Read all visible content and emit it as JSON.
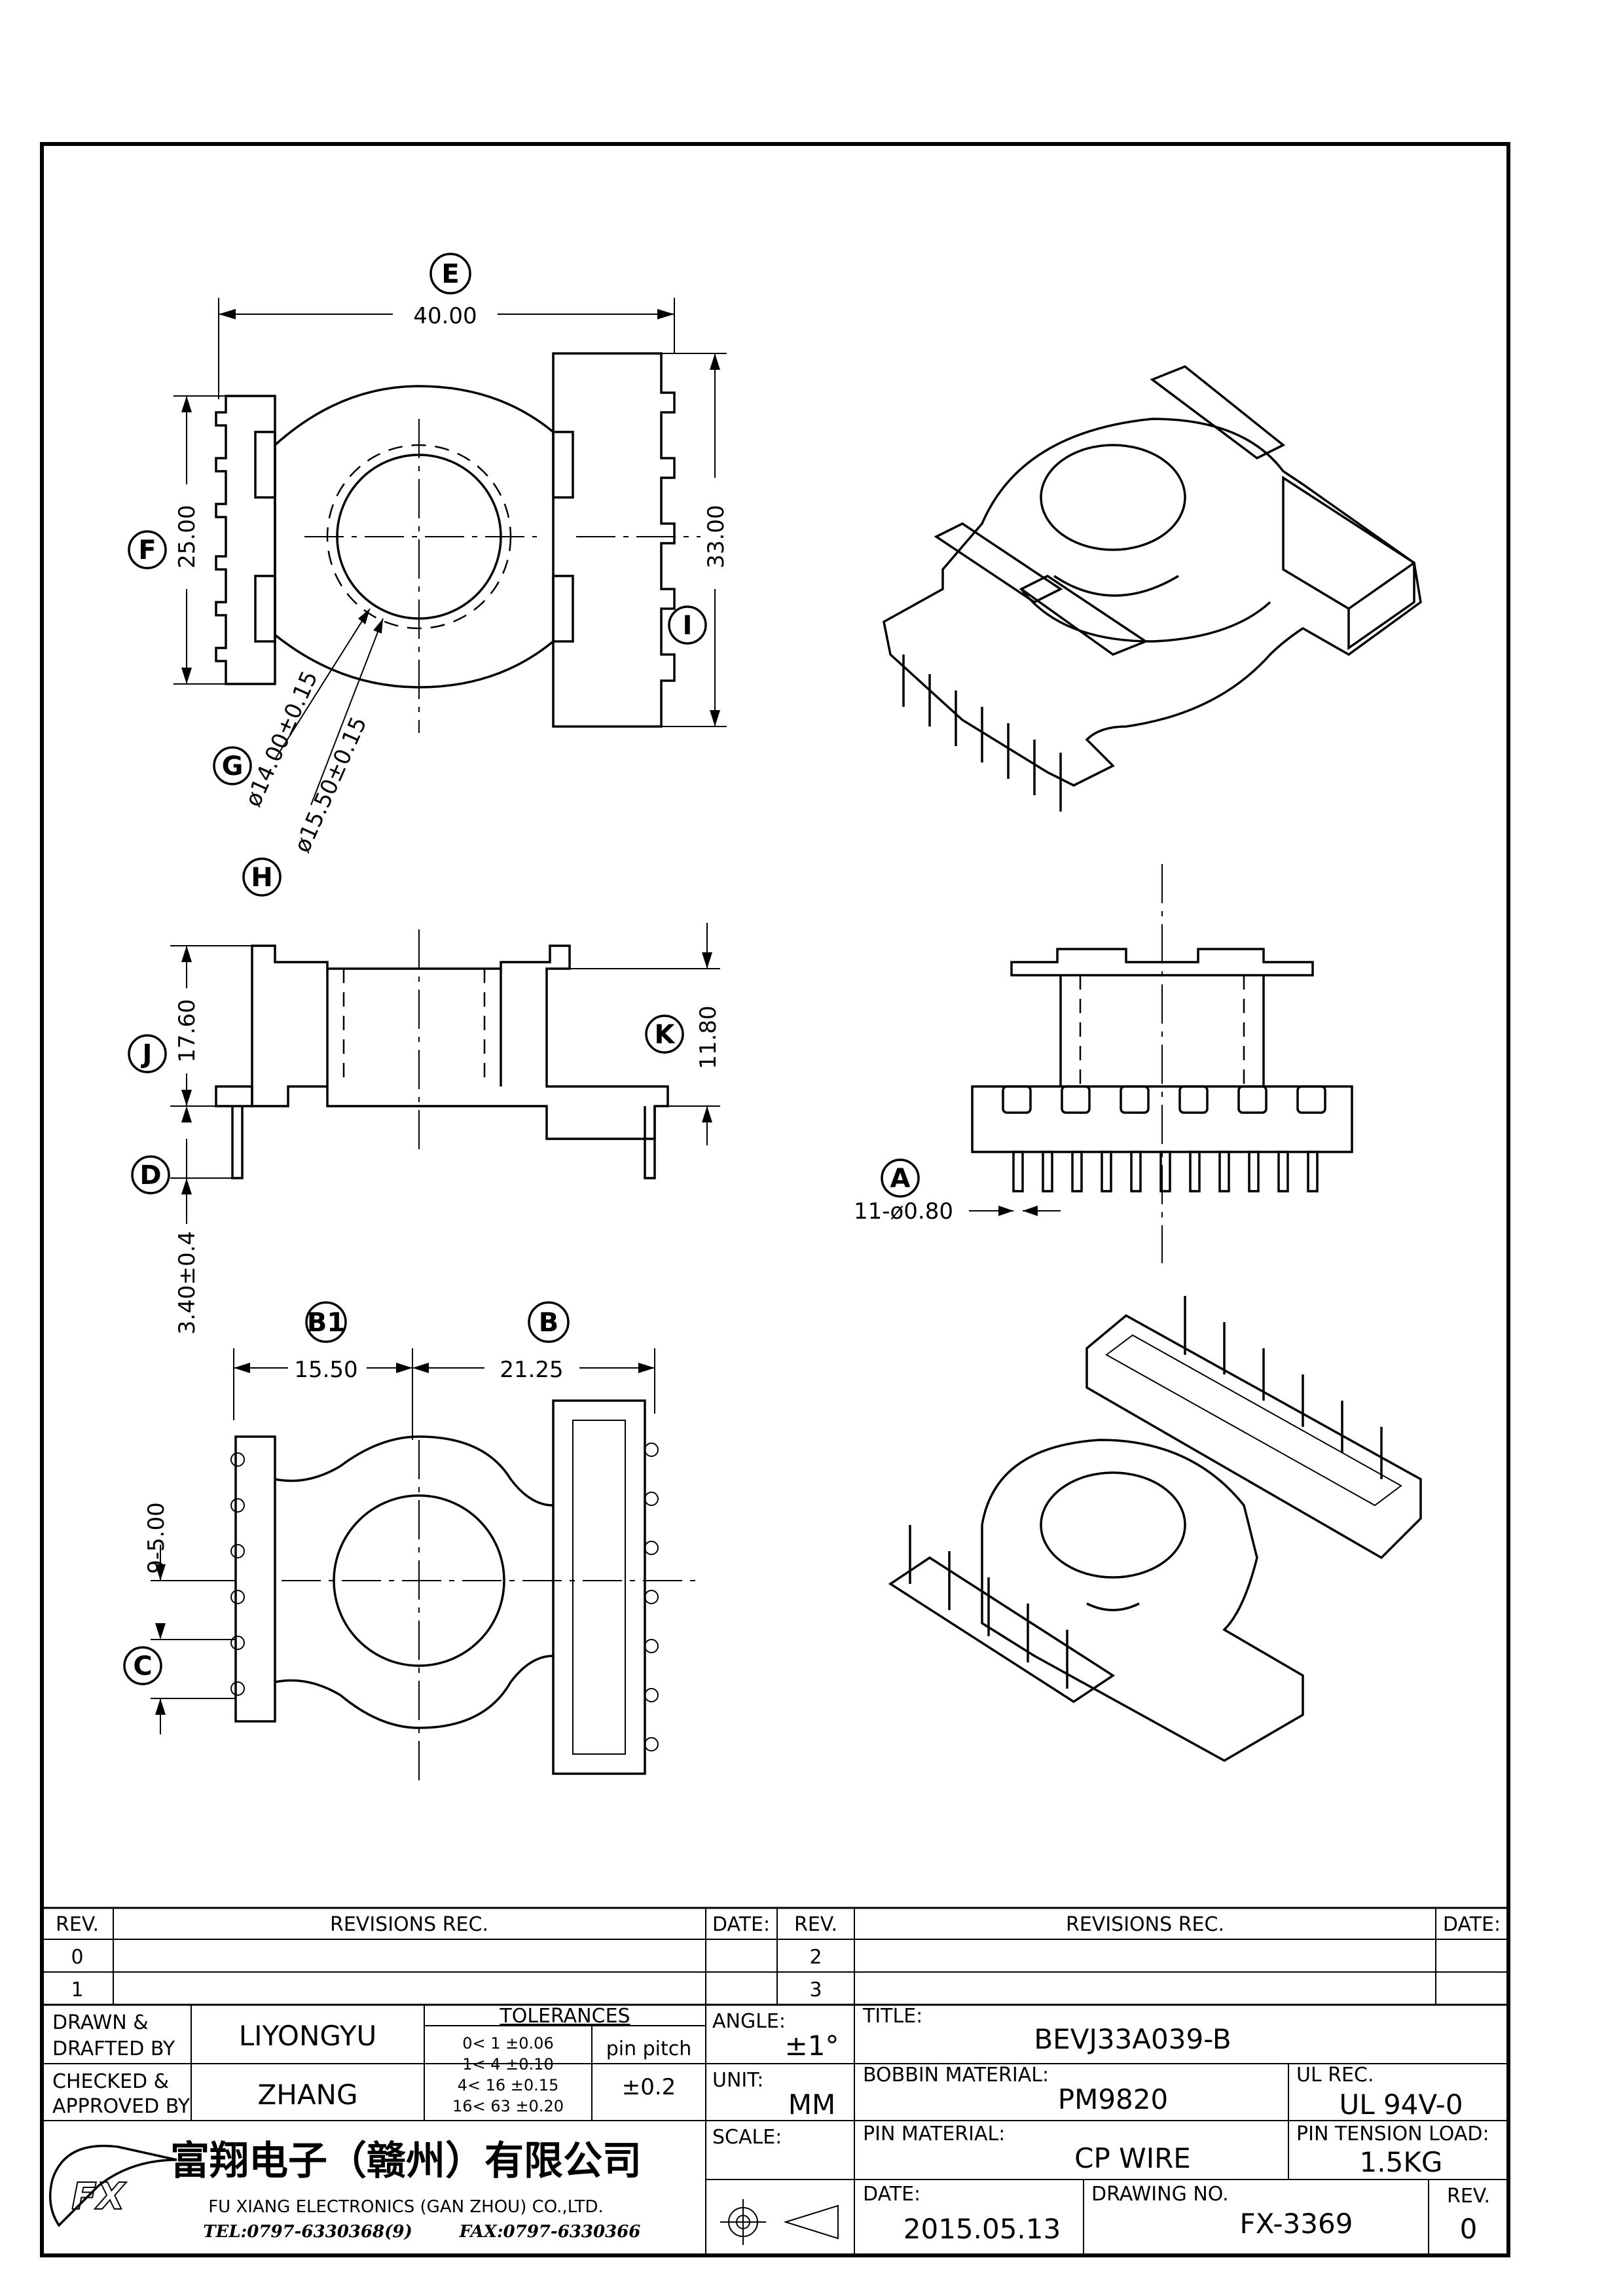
{
  "drawing": {
    "views": {
      "top": {
        "labels": [
          "E",
          "F",
          "G",
          "H",
          "I"
        ],
        "dims": {
          "width": "40.00",
          "height_left": "25.00",
          "height_right": "33.00",
          "inner_dia": "ø14.00±0.15",
          "outer_dia": "ø15.50±0.15"
        }
      },
      "side": {
        "labels": [
          "J",
          "K",
          "D"
        ],
        "dims": {
          "overall_height": "17.60",
          "flange_height": "11.80",
          "pin_length": "3.40±0.4"
        }
      },
      "front": {
        "labels": [
          "A"
        ],
        "dims": {
          "pin_dia": "11-ø0.80"
        }
      },
      "bottom": {
        "labels": [
          "B1",
          "B",
          "C"
        ],
        "dims": {
          "b1": "15.50",
          "b": "21.25",
          "pitch": "9-5.00"
        }
      }
    }
  },
  "title_block": {
    "revisions_left": {
      "headers": {
        "rev": "REV.",
        "rec": "REVISIONS   REC.",
        "date": "DATE:"
      },
      "rows": [
        "0",
        "1"
      ]
    },
    "revisions_right": {
      "headers": {
        "rev": "REV.",
        "rec": "REVISIONS   REC.",
        "date": "DATE:"
      },
      "rows": [
        "2",
        "3"
      ]
    },
    "drawn_label_1": "DRAWN &",
    "drawn_label_2": "DRAFTED BY",
    "drawn_value": "LIYONGYU",
    "checked_label_1": "CHECKED &",
    "checked_label_2": "APPROVED BY",
    "checked_value": "ZHANG",
    "tolerances": {
      "title": "TOLERANCES",
      "rows": [
        "0<  1   ±0.06",
        "1<  4   ±0.10",
        "4<  16  ±0.15",
        "16<  63  ±0.20"
      ],
      "pin_pitch_label": "pin pitch",
      "pin_pitch_value": "±0.2"
    },
    "angle_label": "ANGLE:",
    "angle_value": "±1°",
    "unit_label": "UNIT:",
    "unit_value": "MM",
    "scale_label": "SCALE:",
    "title_label": "TITLE:",
    "title_value": "BEVJ33A039-B",
    "bobbin_material_label": "BOBBIN MATERIAL:",
    "bobbin_material_value": "PM9820",
    "ul_rec_label": "UL REC.",
    "ul_rec_value": "UL 94V-0",
    "pin_material_label": "PIN MATERIAL:",
    "pin_material_value": "CP WIRE",
    "pin_tension_label": "PIN TENSION LOAD:",
    "pin_tension_value": "1.5KG",
    "date_label": "DATE:",
    "date_value": "2015.05.13",
    "drawing_no_label": "DRAWING NO.",
    "drawing_no_value": "FX-3369",
    "rev_label": "REV.",
    "rev_value": "0",
    "company": {
      "logo_text": "FX",
      "name_cn": "富翔电子（赣州）有限公司",
      "name_en": "FU XIANG ELECTRONICS (GAN ZHOU) CO.,LTD.",
      "tel": "TEL:0797-6330368(9)",
      "fax": "FAX:0797-6330366"
    }
  }
}
